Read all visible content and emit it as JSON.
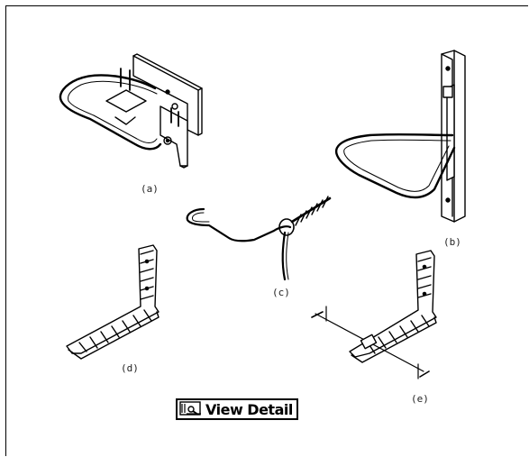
{
  "figure": {
    "labels": {
      "a": "(a)",
      "b": "(b)",
      "c": "(c)",
      "d": "(d)",
      "e": "(e)"
    }
  },
  "button": {
    "label": "View Detail",
    "icon": "magnifier-document-icon"
  }
}
